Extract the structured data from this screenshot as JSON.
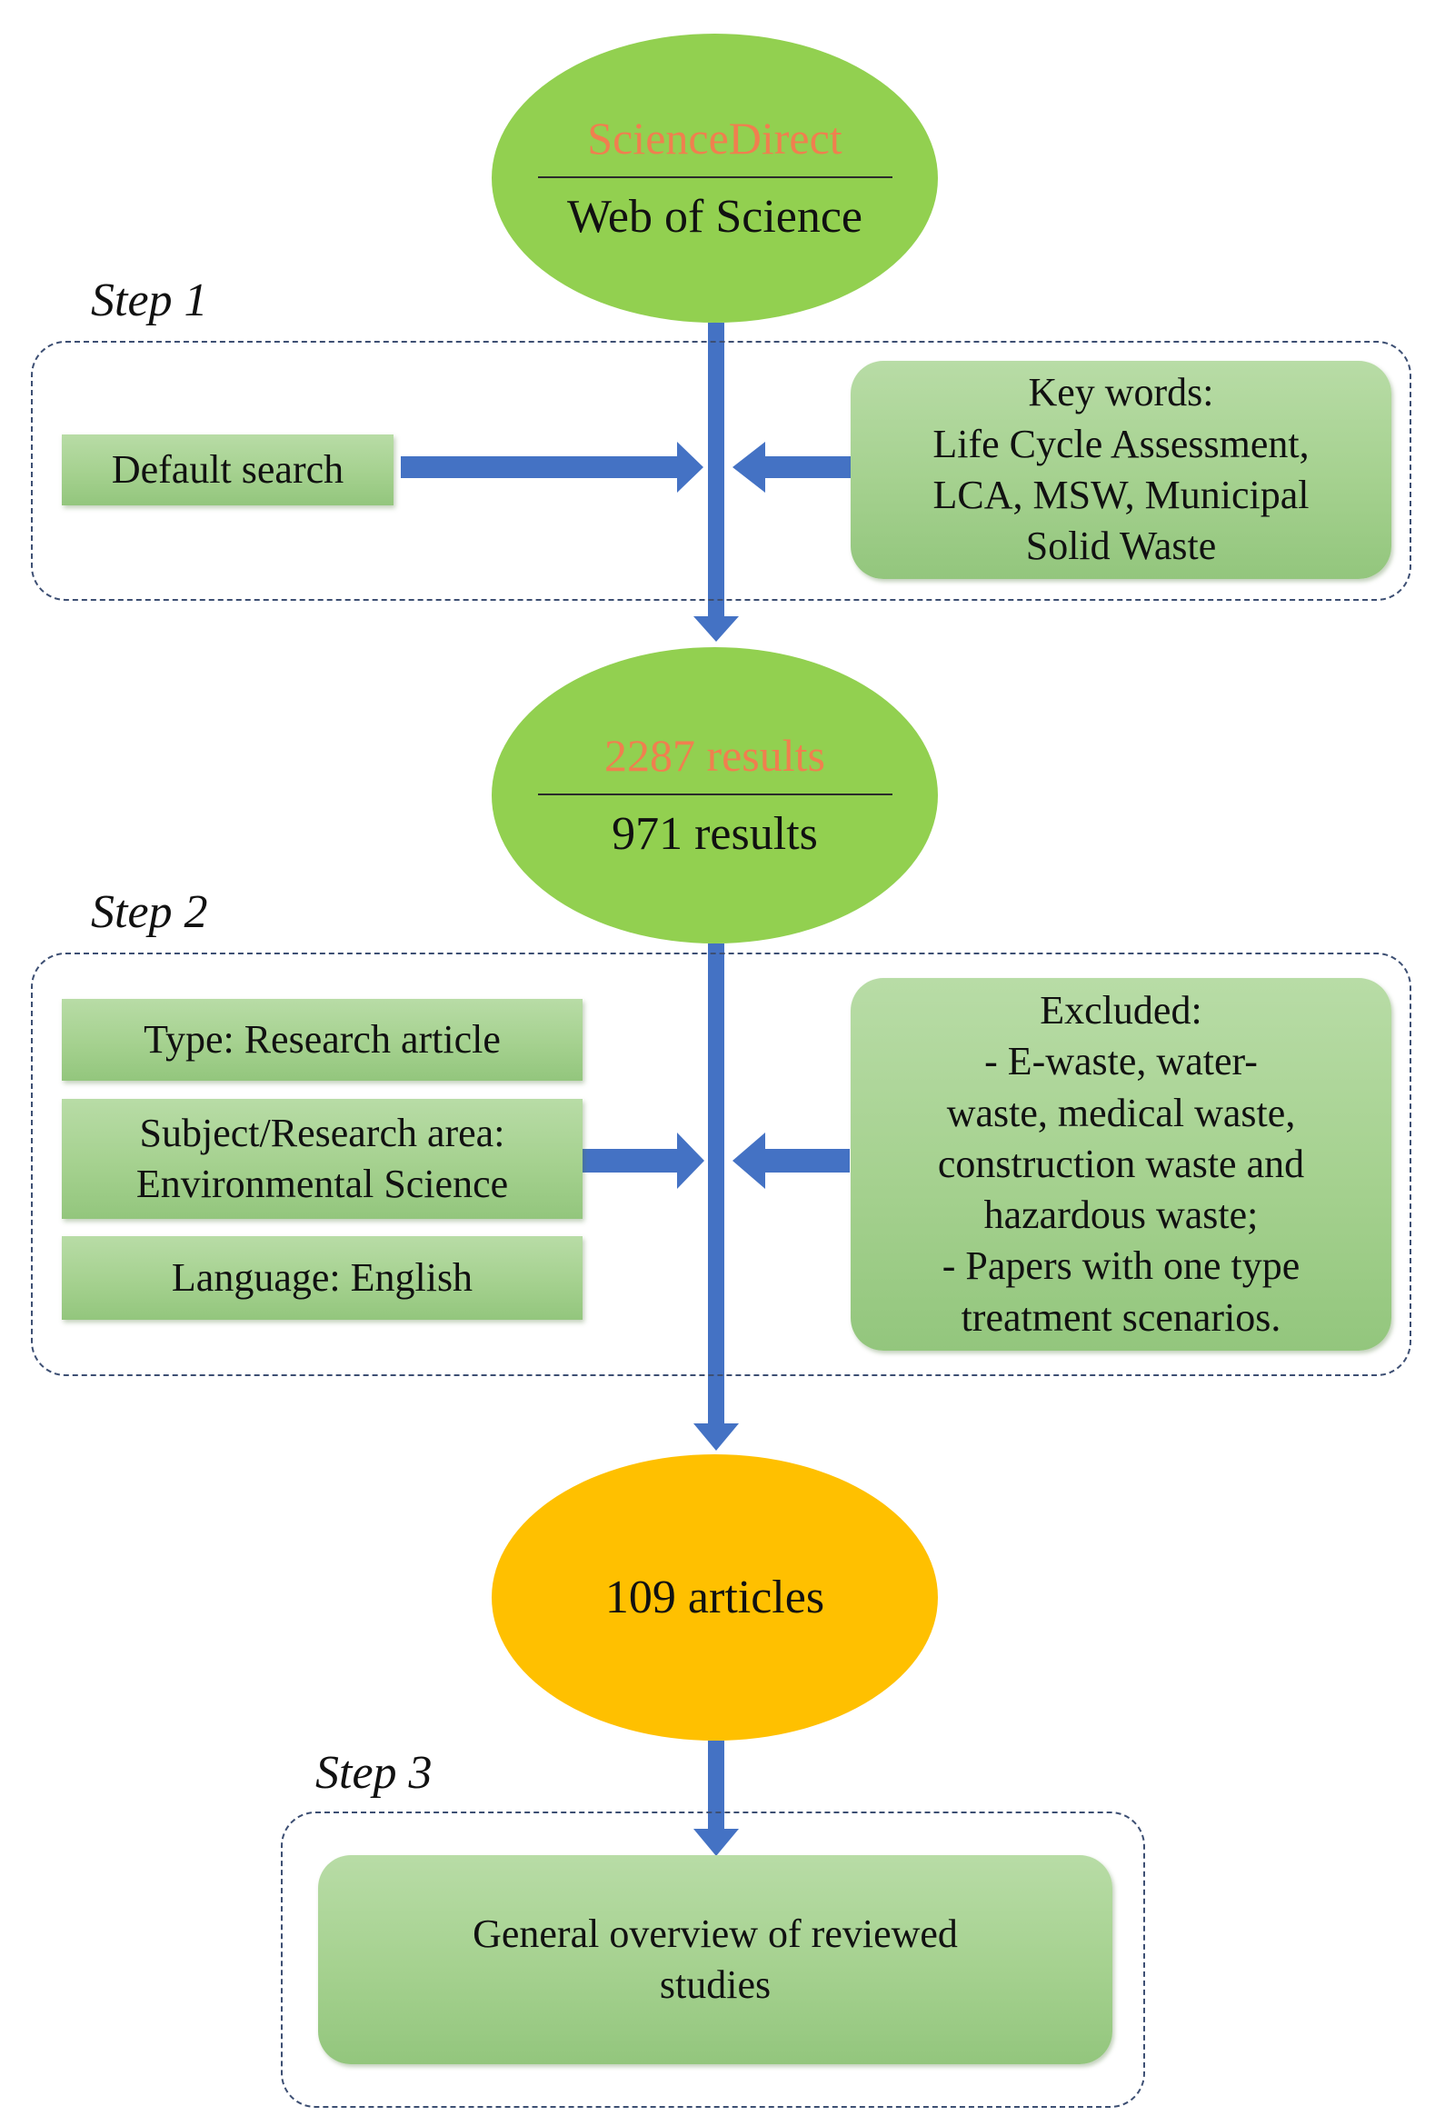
{
  "diagram": {
    "sources": {
      "primary": "ScienceDirect",
      "secondary": "Web of Science"
    },
    "step1": {
      "label": "Step 1",
      "default_search": "Default search",
      "keywords": [
        "Key words:",
        "Life Cycle Assessment,",
        "LCA, MSW, Municipal",
        "Solid Waste"
      ]
    },
    "results": {
      "primary": "2287 results",
      "secondary": "971 results"
    },
    "step2": {
      "label": "Step 2",
      "type": "Type: Research article",
      "subject": [
        "Subject/Research area:",
        "Environmental Science"
      ],
      "language": "Language: English",
      "excluded": [
        "Excluded:",
        "- E-waste, water-",
        "waste, medical waste,",
        "construction waste and",
        "hazardous waste;",
        "- Papers with one type",
        "treatment scenarios."
      ]
    },
    "final": {
      "articles": "109 articles"
    },
    "step3": {
      "label": "Step 3",
      "overview": [
        "General overview of reviewed",
        "studies"
      ]
    },
    "colors": {
      "ellipse_green": "#92d050",
      "ellipse_gold": "#ffc000",
      "highlight_text": "#f07f4f",
      "arrow": "#4472c4",
      "box_green": "#a5d18f",
      "frame_dash": "#3d4f73"
    }
  }
}
